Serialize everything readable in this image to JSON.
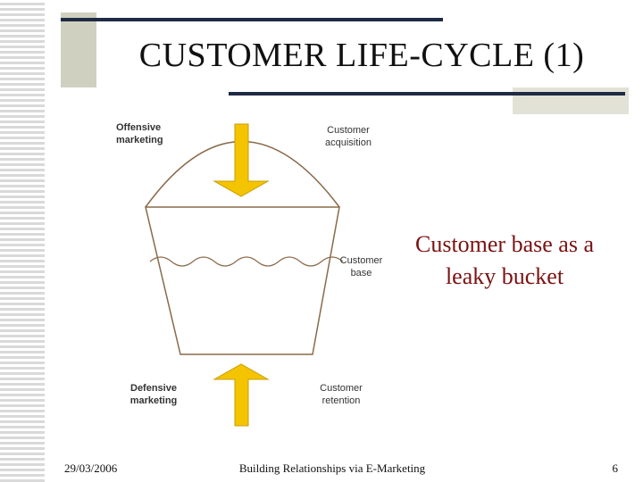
{
  "slide": {
    "title": "CUSTOMER LIFE-CYCLE (1)",
    "callout": "Customer base as a leaky bucket"
  },
  "diagram": {
    "offensive_marketing": "Offensive marketing",
    "customer_acquisition": "Customer acquisition",
    "customer_base": "Customer base",
    "defensive_marketing": "Defensive marketing",
    "customer_retention": "Customer retention",
    "arrow_color": "#f5c400",
    "arrow_edge_color": "#c99d00"
  },
  "footer": {
    "date": "29/03/2006",
    "center": "Building Relationships via E-Marketing",
    "page": "6"
  }
}
